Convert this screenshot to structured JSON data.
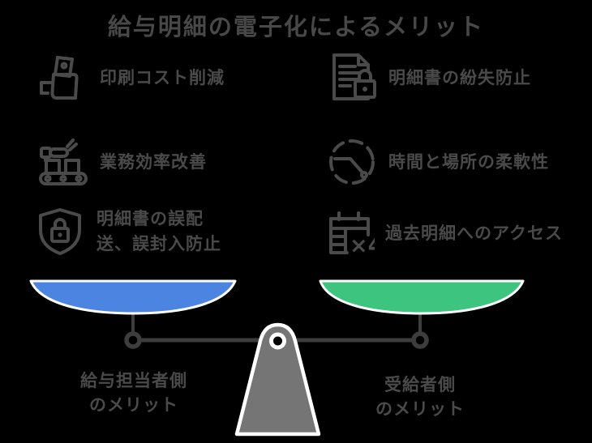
{
  "page": {
    "background": "#000000",
    "text_color": "#4a4a4a"
  },
  "title": "給与明細の電子化によるメリット",
  "benefits": {
    "left": [
      {
        "icon": "printer-icon",
        "label": "印刷コスト削減"
      },
      {
        "icon": "conveyor-icon",
        "label": "業務効率改善"
      },
      {
        "icon": "shield-lock-icon",
        "label": "明細書の誤配\n送、誤封入防止"
      }
    ],
    "right": [
      {
        "icon": "document-lock-icon",
        "label": "明細書の紛失防止"
      },
      {
        "icon": "clock-icon",
        "label": "時間と場所の柔軟性"
      },
      {
        "icon": "calendar-icon",
        "label": "過去明細へのアクセス",
        "badge": "×4"
      }
    ]
  },
  "scale": {
    "left_pan_color": "#4b84e1",
    "right_pan_color": "#3dc47e",
    "fulcrum_color": "#757575",
    "beam_color": "#3d3d3d",
    "outline_color": "#ffffff",
    "left_label": "給与担当者側\nのメリット",
    "right_label": "受給者側\nのメリット"
  }
}
